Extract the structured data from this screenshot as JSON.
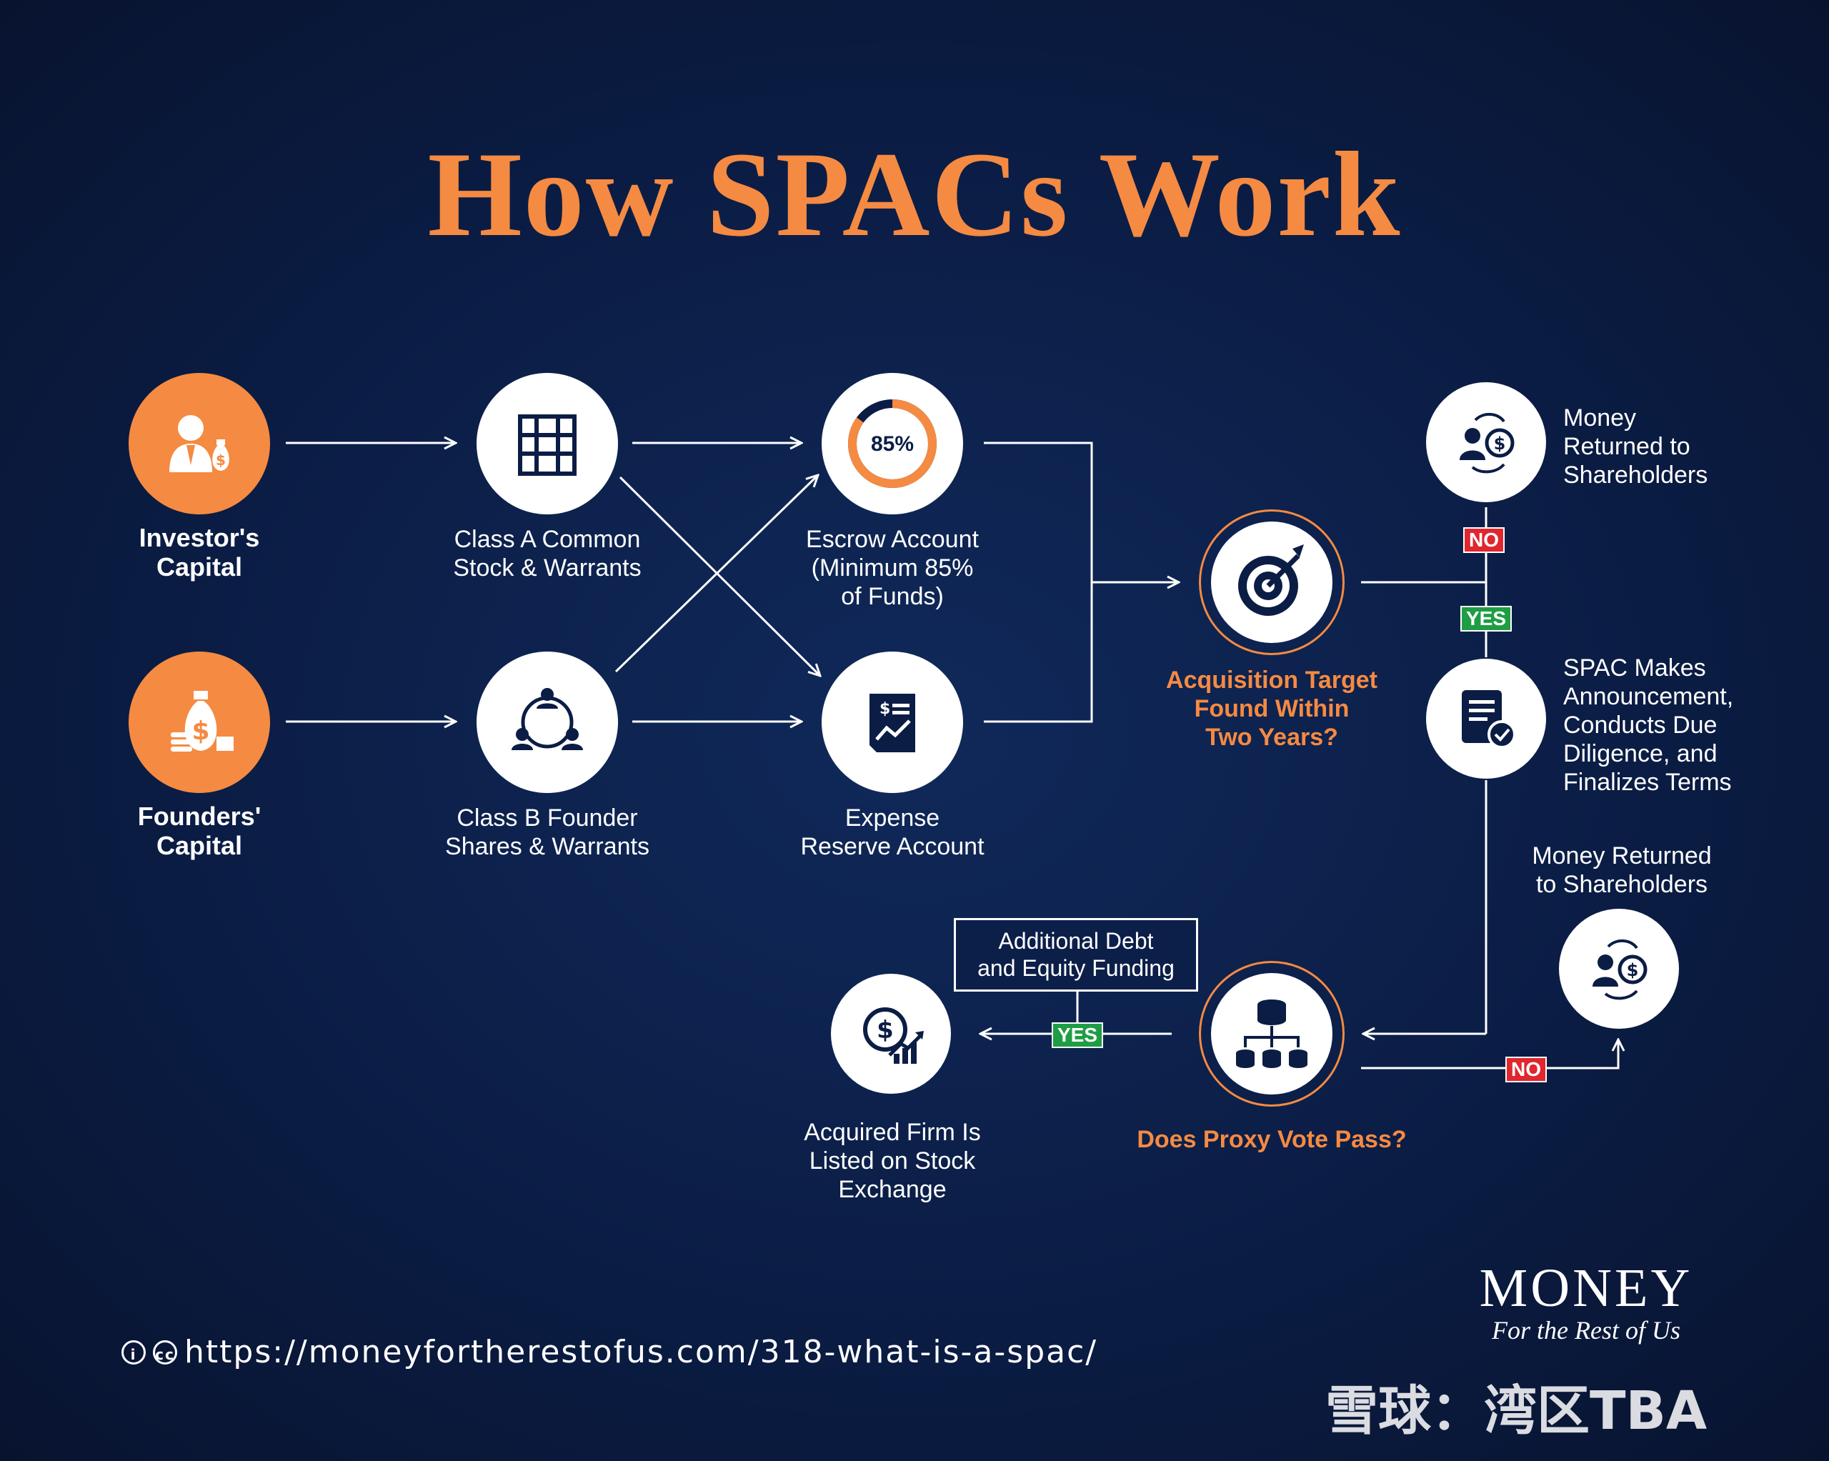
{
  "title": "How SPACs Work",
  "nodes": {
    "investors_capital": "Investor's\nCapital",
    "founders_capital": "Founders'\nCapital",
    "class_a": "Class A Common\nStock & Warrants",
    "class_b": "Class B Founder\nShares & Warrants",
    "escrow": "Escrow Account\n(Minimum 85%\nof Funds)",
    "escrow_percent": "85%",
    "escrow_fraction": 0.85,
    "expense": "Expense\nReserve Account",
    "acquisition": "Acquisition Target\nFound Within\nTwo Years?",
    "money_returned_top": "Money\nReturned to\nShareholders",
    "announcement": "SPAC Makes\nAnnouncement,\nConducts Due\nDiligence, and\nFinalizes Terms",
    "money_returned_bottom": "Money Returned\nto  Shareholders",
    "proxy_vote": "Does Proxy Vote Pass?",
    "listed": "Acquired Firm Is\nListed on Stock\nExchange",
    "funding": "Additional Debt\nand Equity Funding"
  },
  "badges": {
    "no": "NO",
    "yes": "YES"
  },
  "icons": {
    "investor": "investor-moneybag-icon",
    "founders": "moneybag-coins-icon",
    "class_a": "building-icon",
    "class_b": "team-network-icon",
    "escrow": "donut-progress-icon",
    "expense": "invoice-chart-icon",
    "acquisition": "target-arrow-icon",
    "money_return": "person-dollar-cycle-icon",
    "announcement": "document-check-icon",
    "proxy": "database-hierarchy-icon",
    "listed": "dollar-growth-icon"
  },
  "colors": {
    "accent": "#f58a42",
    "background": "#0b1d45",
    "no": "#e0262f",
    "yes": "#1f9d44"
  },
  "footer": {
    "url": "https://moneyfortherestofus.com/318-what-is-a-spac/",
    "brand_name": "MONEY",
    "brand_sub": "For the Rest of Us",
    "watermark": "雪球：湾区TBA"
  }
}
